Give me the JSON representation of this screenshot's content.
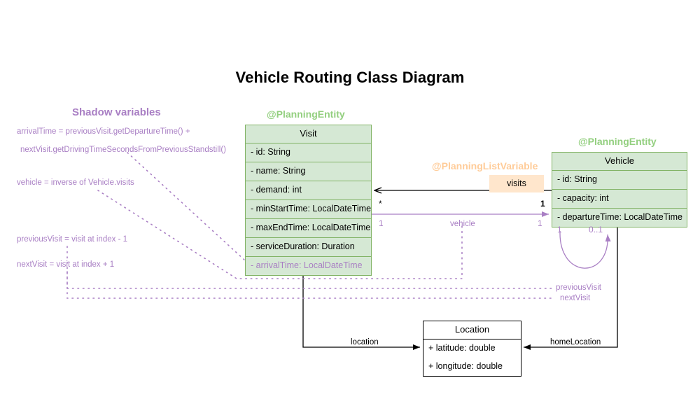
{
  "title": "Vehicle Routing Class Diagram",
  "colors": {
    "class_fill": "#d5e8d4",
    "class_border": "#82b366",
    "stereotype_entity": "#93cf7f",
    "stereotype_listvariable": "#ffcc99",
    "shadow_purple": "#a97fc4",
    "badge_fill": "#ffe6cc",
    "line_black": "#000000"
  },
  "shadow_panel": {
    "title": "Shadow variables",
    "lines": [
      "arrivalTime = previousVisit.getDepartureTime() +",
      "nextVisit.getDrivingTimeSecondsFromPreviousStandstill()",
      "vehicle = inverse of Vehicle.visits",
      "previousVisit = visit at index - 1",
      "nextVisit = visit at index + 1"
    ]
  },
  "classes": {
    "visit": {
      "stereotype": "@PlanningEntity",
      "name": "Visit",
      "attributes": [
        {
          "text": "- id: String",
          "shadow": false
        },
        {
          "text": "- name: String",
          "shadow": false
        },
        {
          "text": "- demand: int",
          "shadow": false
        },
        {
          "text": "- minStartTime: LocalDateTime",
          "shadow": false
        },
        {
          "text": "- maxEndTime: LocalDateTime",
          "shadow": false
        },
        {
          "text": "- serviceDuration: Duration",
          "shadow": false
        },
        {
          "text": "- arrivalTime: LocalDateTime",
          "shadow": true
        }
      ]
    },
    "vehicle": {
      "stereotype": "@PlanningEntity",
      "name": "Vehicle",
      "attributes": [
        {
          "text": "- id: String",
          "shadow": false
        },
        {
          "text": "- capacity: int",
          "shadow": false
        },
        {
          "text": "- departureTime: LocalDateTime",
          "shadow": false
        }
      ]
    },
    "location": {
      "name": "Location",
      "attributes": [
        {
          "text": "+ latitude: double",
          "shadow": false
        },
        {
          "text": "+ longitude: double",
          "shadow": false
        }
      ]
    }
  },
  "relationships": {
    "visits": {
      "stereotype": "@PlanningListVariable",
      "badge_label": "visits",
      "source_multiplicity": "1",
      "target_multiplicity": "*"
    },
    "vehicle_ref": {
      "label": "vehicle",
      "source_multiplicity": "1",
      "target_multiplicity": "1"
    },
    "location_ref": {
      "label": "location"
    },
    "home_location_ref": {
      "label": "homeLocation"
    },
    "self_loop": {
      "source_multiplicity": "1",
      "target_multiplicity": "0..1"
    },
    "leaders": {
      "previous_visit": "previousVisit",
      "next_visit": "nextVisit"
    }
  }
}
